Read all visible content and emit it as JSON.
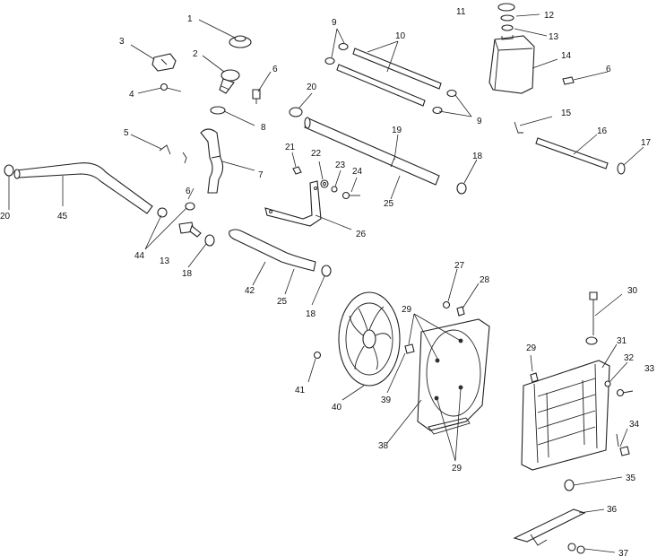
{
  "diagram": {
    "callouts": [
      {
        "id": "c1",
        "label": "1"
      },
      {
        "id": "c2",
        "label": "2"
      },
      {
        "id": "c3",
        "label": "3"
      },
      {
        "id": "c4",
        "label": "4"
      },
      {
        "id": "c5",
        "label": "5"
      },
      {
        "id": "c6a",
        "label": "6"
      },
      {
        "id": "c6b",
        "label": "6"
      },
      {
        "id": "c6c",
        "label": "6"
      },
      {
        "id": "c7",
        "label": "7"
      },
      {
        "id": "c8",
        "label": "8"
      },
      {
        "id": "c9a",
        "label": "9"
      },
      {
        "id": "c9b",
        "label": "9"
      },
      {
        "id": "c10",
        "label": "10"
      },
      {
        "id": "c11",
        "label": "11"
      },
      {
        "id": "c12",
        "label": "12"
      },
      {
        "id": "c13a",
        "label": "13"
      },
      {
        "id": "c13b",
        "label": "13"
      },
      {
        "id": "c14",
        "label": "14"
      },
      {
        "id": "c15",
        "label": "15"
      },
      {
        "id": "c16",
        "label": "16"
      },
      {
        "id": "c17",
        "label": "17"
      },
      {
        "id": "c18a",
        "label": "18"
      },
      {
        "id": "c18b",
        "label": "18"
      },
      {
        "id": "c18c",
        "label": "18"
      },
      {
        "id": "c19",
        "label": "19"
      },
      {
        "id": "c20a",
        "label": "20"
      },
      {
        "id": "c20b",
        "label": "20"
      },
      {
        "id": "c21",
        "label": "21"
      },
      {
        "id": "c22",
        "label": "22"
      },
      {
        "id": "c23",
        "label": "23"
      },
      {
        "id": "c24",
        "label": "24"
      },
      {
        "id": "c25a",
        "label": "25"
      },
      {
        "id": "c25b",
        "label": "25"
      },
      {
        "id": "c26",
        "label": "26"
      },
      {
        "id": "c27",
        "label": "27"
      },
      {
        "id": "c28",
        "label": "28"
      },
      {
        "id": "c29a",
        "label": "29"
      },
      {
        "id": "c29b",
        "label": "29"
      },
      {
        "id": "c29c",
        "label": "29"
      },
      {
        "id": "c30",
        "label": "30"
      },
      {
        "id": "c31",
        "label": "31"
      },
      {
        "id": "c32",
        "label": "32"
      },
      {
        "id": "c33",
        "label": "33"
      },
      {
        "id": "c34",
        "label": "34"
      },
      {
        "id": "c35",
        "label": "35"
      },
      {
        "id": "c36",
        "label": "36"
      },
      {
        "id": "c37",
        "label": "37"
      },
      {
        "id": "c38",
        "label": "38"
      },
      {
        "id": "c39",
        "label": "39"
      },
      {
        "id": "c40",
        "label": "40"
      },
      {
        "id": "c41",
        "label": "41"
      },
      {
        "id": "c42",
        "label": "42"
      },
      {
        "id": "c44",
        "label": "44"
      },
      {
        "id": "c45",
        "label": "45"
      }
    ]
  }
}
